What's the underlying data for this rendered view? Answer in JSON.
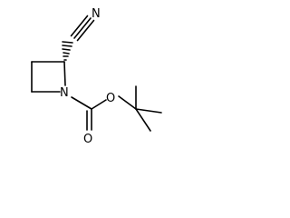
{
  "molecule": {
    "atoms": {
      "nitrile_n": "N",
      "ring_n": "N",
      "ester_o": "O",
      "carbonyl_o": "O"
    },
    "colors": {
      "bond": "#000000",
      "background": "#ffffff"
    }
  }
}
